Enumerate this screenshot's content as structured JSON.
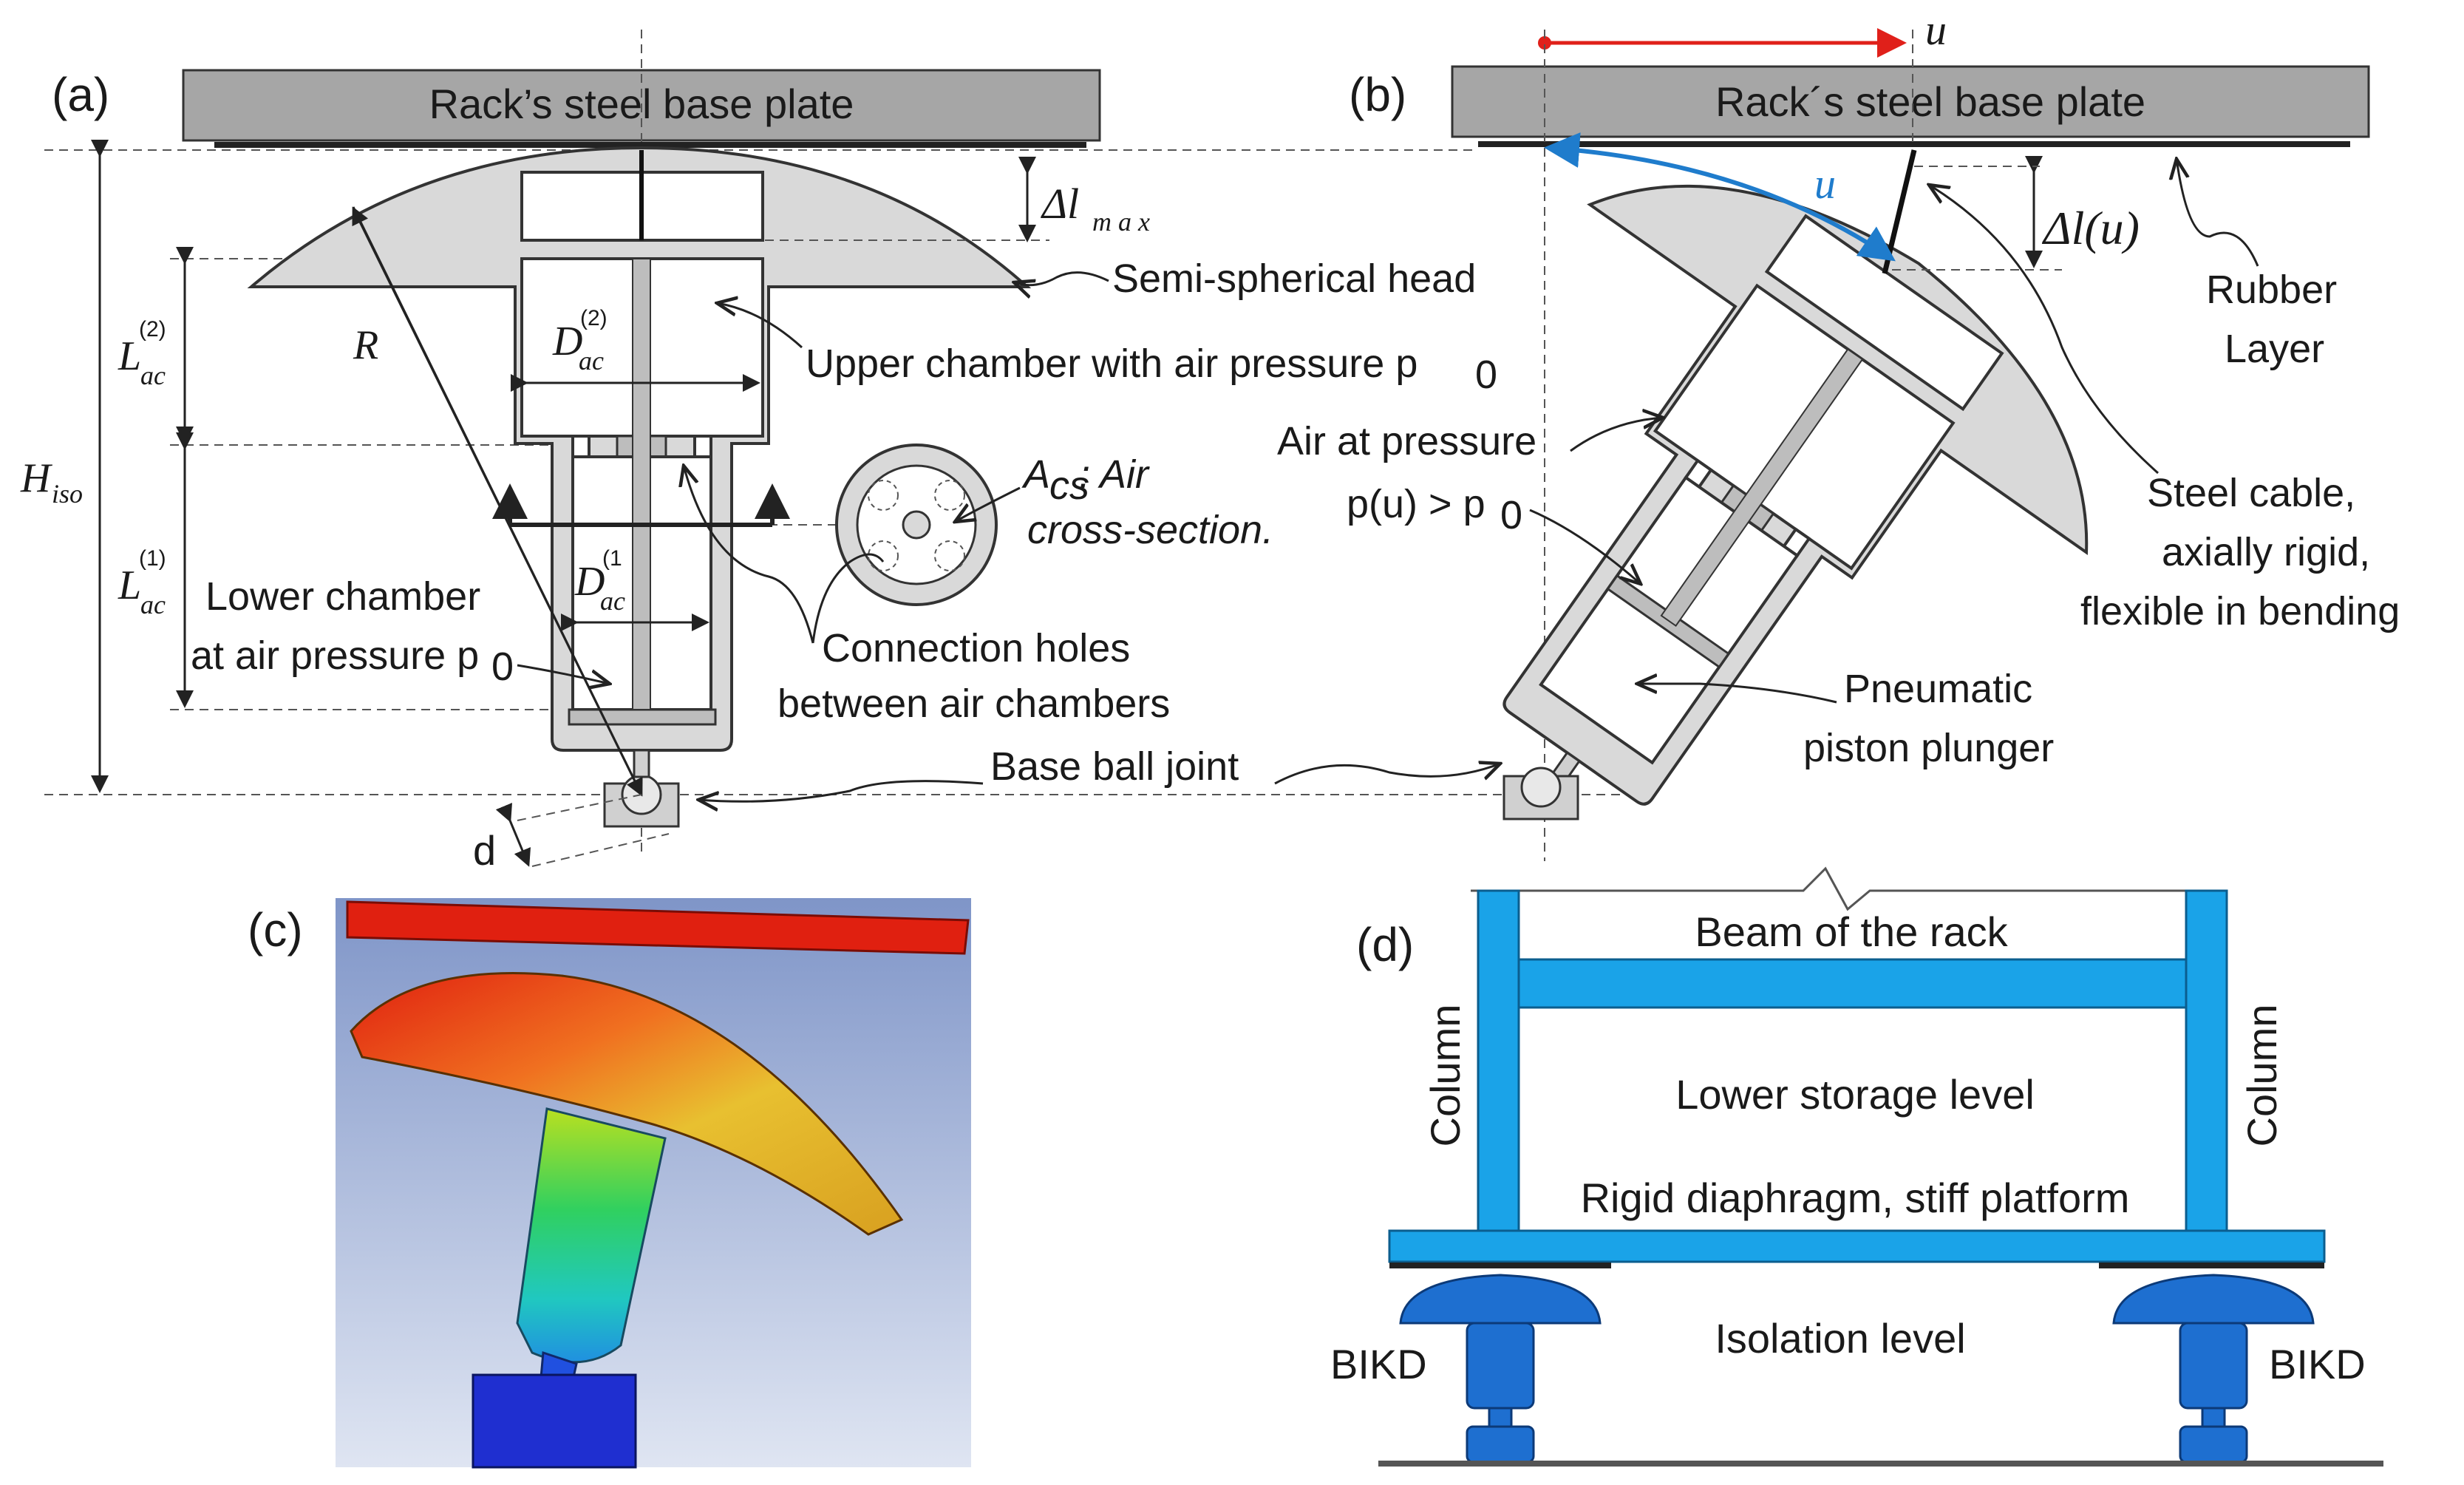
{
  "panels": {
    "a": {
      "letter": "(a)",
      "plate_label": "Rack’s steel base plate",
      "semi_spherical_head": "Semi-spherical head",
      "upper_chamber": "Upper chamber with air pressure p",
      "upper_chamber_sub": "0",
      "lower_chamber_line1": "Lower chamber",
      "lower_chamber_line2": "at air pressure p",
      "lower_chamber_sub": "0",
      "connection_holes_line1": "Connection holes",
      "connection_holes_line2": "between air chambers",
      "base_ball_joint": "Base ball joint",
      "acs_symbol": "A",
      "acs_sub": "cs",
      "acs_text_line1": ": Air",
      "acs_text_line2": "cross-section.",
      "R": "R",
      "H_main": "H",
      "H_sub": "iso",
      "L2_main": "L",
      "L2_sub": "ac",
      "L2_sup": "(2)",
      "L1_main": "L",
      "L1_sub": "ac",
      "L1_sup": "(1)",
      "D2_main": "D",
      "D2_sub": "ac",
      "D2_sup": "(2)",
      "D1_main": "D",
      "D1_sub": "ac",
      "D1_sup": "(1",
      "dl_max_main": "Δl",
      "dl_max_sub": "m a x",
      "d": "d"
    },
    "b": {
      "letter": "(b)",
      "plate_label": "Rack´s steel base plate",
      "u_top": "u",
      "u_arc": "u",
      "dl_u": "Δl(u)",
      "rubber_line1": "Rubber",
      "rubber_line2": "Layer",
      "air_line1": "Air at pressure",
      "air_line2": "p(u) > p",
      "air_sub": "0",
      "cable_line1": "Steel cable,",
      "cable_line2": "axially rigid,",
      "cable_line3": "flexible in bending",
      "piston_line1": "Pneumatic",
      "piston_line2": "piston plunger"
    },
    "c": {
      "letter": "(c)"
    },
    "d": {
      "letter": "(d)",
      "beam": "Beam of the rack",
      "lower_storage": "Lower storage level",
      "diaphragm": "Rigid diaphragm, stiff platform",
      "isolation": "Isolation level",
      "column_left": "Column",
      "column_right": "Column",
      "bikd_left": "BIKD",
      "bikd_right": "BIKD"
    }
  },
  "colors": {
    "plate": "#a6a6a6",
    "device_body": "#d9d9d9",
    "red_arrow": "#e0201a",
    "blue_arrow": "#1f7ccc",
    "frame_blue": "#1aa3e8",
    "bikd_blue": "#1e6fd0"
  }
}
